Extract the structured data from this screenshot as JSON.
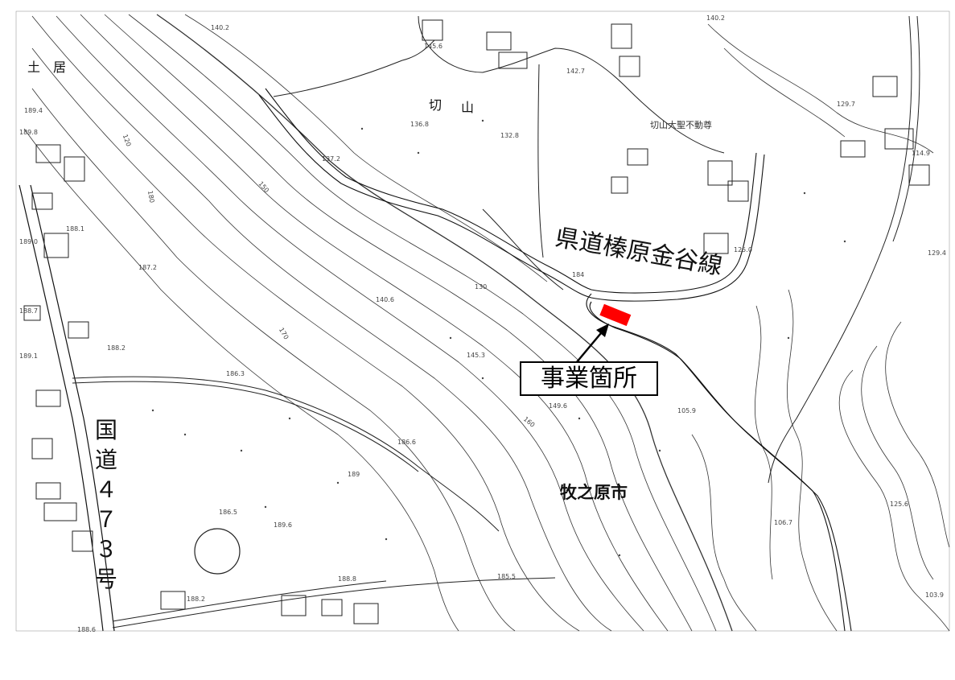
{
  "map": {
    "place_labels": {
      "doi": "土　居",
      "kiriyama_1": "切",
      "kiriyama_2": "山",
      "fudoson": "切山大聖不動尊"
    },
    "roads": {
      "national_route_chars": [
        "国",
        "道",
        "４",
        "７",
        "３",
        "号"
      ],
      "prefectural_route": "県道榛原金谷線"
    },
    "city": "牧之原市",
    "callout": {
      "label": "事業箇所",
      "marker_color": "#ff0000"
    },
    "elevations": [
      "140.2",
      "145.6",
      "142.7",
      "140.2",
      "136.8",
      "132.8",
      "137.2",
      "189.4",
      "189.8",
      "189.0",
      "187.2",
      "188.1",
      "188.7",
      "189.1",
      "188.2",
      "186.3",
      "184",
      "140.6",
      "145.3",
      "149.6",
      "186.6",
      "189",
      "189.6",
      "186.5",
      "188.8",
      "185.5",
      "188.2",
      "188.6",
      "129.7",
      "114.9",
      "129.4",
      "125.0",
      "125.6",
      "103.9",
      "105.9",
      "106.7",
      "120",
      "130",
      "150",
      "160",
      "170",
      "180"
    ],
    "colors": {
      "ink": "#111111",
      "paper": "#ffffff",
      "marker": "#ff0000"
    }
  }
}
